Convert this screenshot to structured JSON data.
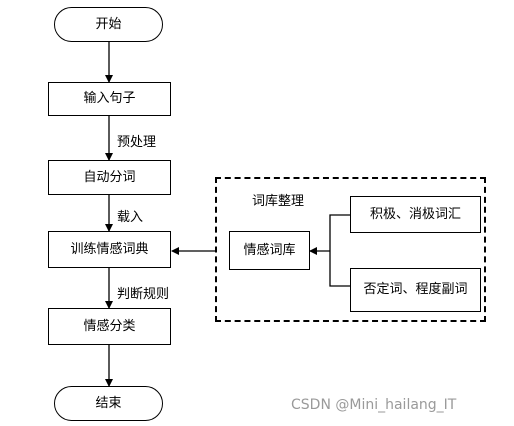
{
  "flowchart": {
    "start": "开始",
    "input_sentence": "输入句子",
    "preprocess_label": "预处理",
    "auto_segment": "自动分词",
    "load_label": "载入",
    "train_dict": "训练情感词典",
    "judge_rules_label": "判断规则",
    "classify": "情感分类",
    "end": "结束"
  },
  "lexicon_group": {
    "title": "词库整理",
    "sentiment_lexicon": "情感词库",
    "positive_negative_words": "积极、消极词汇",
    "negation_degree_words": "否定词、程度副词"
  },
  "watermark": "CSDN @Mini_hailang_IT"
}
